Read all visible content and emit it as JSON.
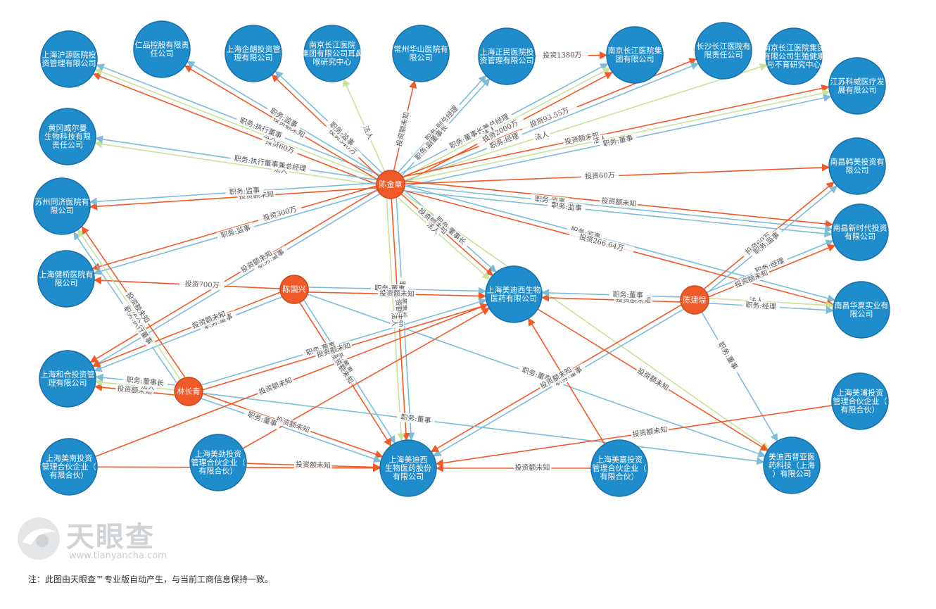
{
  "colors": {
    "company_fill": "#1f8ccb",
    "company_stroke": "#1a6fa6",
    "person_fill": "#f05a28",
    "person_stroke": "#c9461b",
    "edge_invest": "#f05a28",
    "edge_position": "#7dbcd9",
    "edge_legal": "#c8e29a"
  },
  "nodes": [
    {
      "id": "c1",
      "type": "company",
      "lines": [
        "上海沪源医院投",
        "资管理有限公司"
      ]
    },
    {
      "id": "c2",
      "type": "company",
      "lines": [
        "仁品控股有限责",
        "任公司"
      ]
    },
    {
      "id": "c3",
      "type": "company",
      "lines": [
        "上海企朗投资管",
        "理有限公司"
      ]
    },
    {
      "id": "c4",
      "type": "company",
      "lines": [
        "南京长江医院",
        "集团有限公司耳鼻",
        "喉研究中心"
      ]
    },
    {
      "id": "c5",
      "type": "company",
      "lines": [
        "常州华山医院有",
        "限公司"
      ]
    },
    {
      "id": "c6",
      "type": "company",
      "lines": [
        "上海正民医院投",
        "资管理有限公司"
      ]
    },
    {
      "id": "c7",
      "type": "company",
      "lines": [
        "南京长江医院集",
        "团有限公司"
      ]
    },
    {
      "id": "c8",
      "type": "company",
      "lines": [
        "长沙长江医院有",
        "限责任公司"
      ]
    },
    {
      "id": "c9",
      "type": "company",
      "lines": [
        "南京长江医院集团",
        "有限公司生殖健康",
        "与不育研究中心"
      ]
    },
    {
      "id": "c10",
      "type": "company",
      "lines": [
        "江苏科威医疗发",
        "展有限公司"
      ]
    },
    {
      "id": "c11",
      "type": "company",
      "lines": [
        "黄冈威尔曼",
        "生物科技有限",
        "责任公司"
      ]
    },
    {
      "id": "c12",
      "type": "company",
      "lines": [
        "苏州同济医院有",
        "限公司"
      ]
    },
    {
      "id": "c13",
      "type": "company",
      "lines": [
        "上海健桥医院有",
        "限公司"
      ]
    },
    {
      "id": "c14",
      "type": "company",
      "lines": [
        "上海和合投资管",
        "理有限公司"
      ]
    },
    {
      "id": "c15",
      "type": "company",
      "lines": [
        "上海美南投资",
        "管理合伙企业（",
        "有限合伙）"
      ]
    },
    {
      "id": "c16",
      "type": "company",
      "lines": [
        "上海美劲投资",
        "管理合伙企业（",
        "有限合伙）"
      ]
    },
    {
      "id": "c17",
      "type": "company",
      "lines": [
        "上海美迪西",
        "生物医药股份",
        "有限公司"
      ]
    },
    {
      "id": "c18",
      "type": "company",
      "lines": [
        "上海美嘉投资",
        "管理合伙企业（",
        "有限合伙）"
      ]
    },
    {
      "id": "c19",
      "type": "company",
      "lines": [
        "美迪西普亚医",
        "药科技（上海",
        "）有限公司"
      ]
    },
    {
      "id": "c20",
      "type": "company",
      "lines": [
        "上海美迪西生物",
        "医药有限公司"
      ]
    },
    {
      "id": "c21",
      "type": "company",
      "lines": [
        "南昌韩美投资有",
        "限公司"
      ]
    },
    {
      "id": "c22",
      "type": "company",
      "lines": [
        "南昌新时代投资",
        "有限公司"
      ]
    },
    {
      "id": "c23",
      "type": "company",
      "lines": [
        "南昌华夏实业有",
        "限公司"
      ]
    },
    {
      "id": "c24",
      "type": "company",
      "lines": [
        "上海美浦投资",
        "管理合伙企业（",
        "有限合伙）"
      ]
    },
    {
      "id": "p1",
      "type": "person",
      "lines": [
        "陈金章"
      ]
    },
    {
      "id": "p2",
      "type": "person",
      "lines": [
        "陈国兴"
      ]
    },
    {
      "id": "p3",
      "type": "person",
      "lines": [
        "陈建煌"
      ]
    },
    {
      "id": "p4",
      "type": "person",
      "lines": [
        "林长青"
      ]
    }
  ],
  "edges": [
    {
      "from": "p1",
      "to": "c1",
      "kind": "invest",
      "label": "投资60万"
    },
    {
      "from": "p1",
      "to": "c1",
      "kind": "legal",
      "label": "法人"
    },
    {
      "from": "p1",
      "to": "c1",
      "kind": "position",
      "label": "职务:执行董事"
    },
    {
      "from": "p1",
      "to": "c2",
      "kind": "invest",
      "label": "投资额未知"
    },
    {
      "from": "p1",
      "to": "c2",
      "kind": "position",
      "label": "职务:监事"
    },
    {
      "from": "p1",
      "to": "c3",
      "kind": "invest",
      "label": "投资340万"
    },
    {
      "from": "p1",
      "to": "c3",
      "kind": "position",
      "label": "职务:监事"
    },
    {
      "from": "p1",
      "to": "c4",
      "kind": "legal",
      "label": "法人"
    },
    {
      "from": "p1",
      "to": "c5",
      "kind": "invest",
      "label": "投资额未知"
    },
    {
      "from": "p1",
      "to": "c6",
      "kind": "position",
      "label": "职务:副总经理"
    },
    {
      "from": "p1",
      "to": "c6",
      "kind": "position",
      "label": "职务:副董事长"
    },
    {
      "from": "p1",
      "to": "c7",
      "kind": "position",
      "label": "职务:董事长兼总经理"
    },
    {
      "from": "p1",
      "to": "c7",
      "kind": "legal",
      "label": "法人"
    },
    {
      "from": "p1",
      "to": "c7",
      "kind": "invest",
      "label": "投资2000万"
    },
    {
      "from": "p1",
      "to": "c8",
      "kind": "invest",
      "label": "投资93.55万"
    },
    {
      "from": "p1",
      "to": "c8",
      "kind": "position",
      "label": "职务:经理"
    },
    {
      "from": "p1",
      "to": "c9",
      "kind": "legal",
      "label": "法人"
    },
    {
      "from": "p1",
      "to": "c10",
      "kind": "invest",
      "label": "投资额未知"
    },
    {
      "from": "p1",
      "to": "c10",
      "kind": "legal",
      "label": "法人"
    },
    {
      "from": "p1",
      "to": "c10",
      "kind": "position",
      "label": "职务:董事"
    },
    {
      "from": "p1",
      "to": "c11",
      "kind": "legal",
      "label": "法人"
    },
    {
      "from": "p1",
      "to": "c11",
      "kind": "position",
      "label": "职务:执行董事兼总经理"
    },
    {
      "from": "p1",
      "to": "c12",
      "kind": "invest",
      "label": "投资额未知"
    },
    {
      "from": "p1",
      "to": "c12",
      "kind": "position",
      "label": "职务:监事"
    },
    {
      "from": "p1",
      "to": "c13",
      "kind": "position",
      "label": "职务:监事"
    },
    {
      "from": "p1",
      "to": "c13",
      "kind": "invest",
      "label": "投资300万"
    },
    {
      "from": "p1",
      "to": "c14",
      "kind": "position",
      "label": "职务:董事"
    },
    {
      "from": "p1",
      "to": "c14",
      "kind": "invest",
      "label": "投资额未知"
    },
    {
      "from": "p1",
      "to": "c21",
      "kind": "invest",
      "label": "投资60万"
    },
    {
      "from": "p1",
      "to": "c22",
      "kind": "invest",
      "label": "投资额未知"
    },
    {
      "from": "p1",
      "to": "c22",
      "kind": "position",
      "label": "职务:监事"
    },
    {
      "from": "p1",
      "to": "c22",
      "kind": "position",
      "label": "职务:监事"
    },
    {
      "from": "p1",
      "to": "c23",
      "kind": "position",
      "label": "职务:监事"
    },
    {
      "from": "p1",
      "to": "c23",
      "kind": "invest",
      "label": "投资266.64万"
    },
    {
      "from": "p1",
      "to": "c20",
      "kind": "position",
      "label": "职务:董事长"
    },
    {
      "from": "p1",
      "to": "c20",
      "kind": "invest",
      "label": "投资额未知"
    },
    {
      "from": "p1",
      "to": "c20",
      "kind": "legal",
      "label": "法人"
    },
    {
      "from": "p1",
      "to": "c17",
      "kind": "position",
      "label": "职务:董事长"
    },
    {
      "from": "p1",
      "to": "c17",
      "kind": "invest",
      "label": "投资额未知"
    },
    {
      "from": "p1",
      "to": "c17",
      "kind": "legal",
      "label": "法人"
    },
    {
      "from": "p1",
      "to": "c19",
      "kind": "legal",
      "label": "法人"
    },
    {
      "from": "c6",
      "to": "c7",
      "kind": "invest",
      "label": "投资1380万"
    },
    {
      "from": "p2",
      "to": "c13",
      "kind": "invest",
      "label": "投资700万"
    },
    {
      "from": "p2",
      "to": "c20",
      "kind": "position",
      "label": "职务:董事"
    },
    {
      "from": "p2",
      "to": "c20",
      "kind": "invest",
      "label": "投资额未知"
    },
    {
      "from": "p2",
      "to": "c14",
      "kind": "position",
      "label": "职务:董事"
    },
    {
      "from": "p2",
      "to": "c14",
      "kind": "invest",
      "label": "投资额未知"
    },
    {
      "from": "p2",
      "to": "c17",
      "kind": "position",
      "label": "职务:董事"
    },
    {
      "from": "p2",
      "to": "c17",
      "kind": "invest",
      "label": "投资额未知"
    },
    {
      "from": "p2",
      "to": "c19",
      "kind": "position",
      "label": "职务:董事"
    },
    {
      "from": "p3",
      "to": "c20",
      "kind": "invest",
      "label": "投资额未知"
    },
    {
      "from": "p3",
      "to": "c20",
      "kind": "position",
      "label": "职务:董事"
    },
    {
      "from": "p3",
      "to": "c21",
      "kind": "invest",
      "label": "投资60万"
    },
    {
      "from": "p3",
      "to": "c21",
      "kind": "position",
      "label": "职务:监事"
    },
    {
      "from": "p3",
      "to": "c22",
      "kind": "position",
      "label": "职务:经理"
    },
    {
      "from": "p3",
      "to": "c22",
      "kind": "invest",
      "label": "投资额未知"
    },
    {
      "from": "p3",
      "to": "c23",
      "kind": "legal",
      "label": "法人"
    },
    {
      "from": "p3",
      "to": "c23",
      "kind": "position",
      "label": "职务:经理"
    },
    {
      "from": "p3",
      "to": "c17",
      "kind": "position",
      "label": "职务:董事"
    },
    {
      "from": "p3",
      "to": "c17",
      "kind": "invest",
      "label": "投资额未知"
    },
    {
      "from": "p3",
      "to": "c19",
      "kind": "position",
      "label": "职务:董事"
    },
    {
      "from": "p4",
      "to": "c12",
      "kind": "position",
      "label": "职务:执行董事"
    },
    {
      "from": "p4",
      "to": "c12",
      "kind": "legal",
      "label": "法人"
    },
    {
      "from": "p4",
      "to": "c12",
      "kind": "invest",
      "label": "投资额未知"
    },
    {
      "from": "p4",
      "to": "c14",
      "kind": "invest",
      "label": "投资额未知"
    },
    {
      "from": "p4",
      "to": "c14",
      "kind": "legal",
      "label": "法人"
    },
    {
      "from": "p4",
      "to": "c14",
      "kind": "position",
      "label": "职务:董事长"
    },
    {
      "from": "p4",
      "to": "c20",
      "kind": "position",
      "label": "职务:董事"
    },
    {
      "from": "p4",
      "to": "c20",
      "kind": "invest",
      "label": "投资额未知"
    },
    {
      "from": "p4",
      "to": "c17",
      "kind": "invest",
      "label": "投资额未知"
    },
    {
      "from": "p4",
      "to": "c17",
      "kind": "position",
      "label": "职务:董事"
    },
    {
      "from": "p4",
      "to": "c19",
      "kind": "position",
      "label": "职务:董事"
    },
    {
      "from": "c15",
      "to": "c17",
      "kind": "invest",
      "label": ""
    },
    {
      "from": "c15",
      "to": "c20",
      "kind": "invest",
      "label": "投资额未知"
    },
    {
      "from": "c16",
      "to": "c17",
      "kind": "invest",
      "label": "投资额未知"
    },
    {
      "from": "c16",
      "to": "c20",
      "kind": "invest",
      "label": ""
    },
    {
      "from": "c18",
      "to": "c17",
      "kind": "invest",
      "label": "投资额未知"
    },
    {
      "from": "c18",
      "to": "c20",
      "kind": "invest",
      "label": ""
    },
    {
      "from": "c24",
      "to": "c17",
      "kind": "invest",
      "label": "投资额未知"
    },
    {
      "from": "c20",
      "to": "c19",
      "kind": "invest",
      "label": "投资额未知"
    }
  ],
  "brand": {
    "name": "天眼查",
    "url": "www.tianyancha.com"
  },
  "footer_note": "注：此图由天眼查™专业版自动产生，与当前工商信息保持一致。"
}
